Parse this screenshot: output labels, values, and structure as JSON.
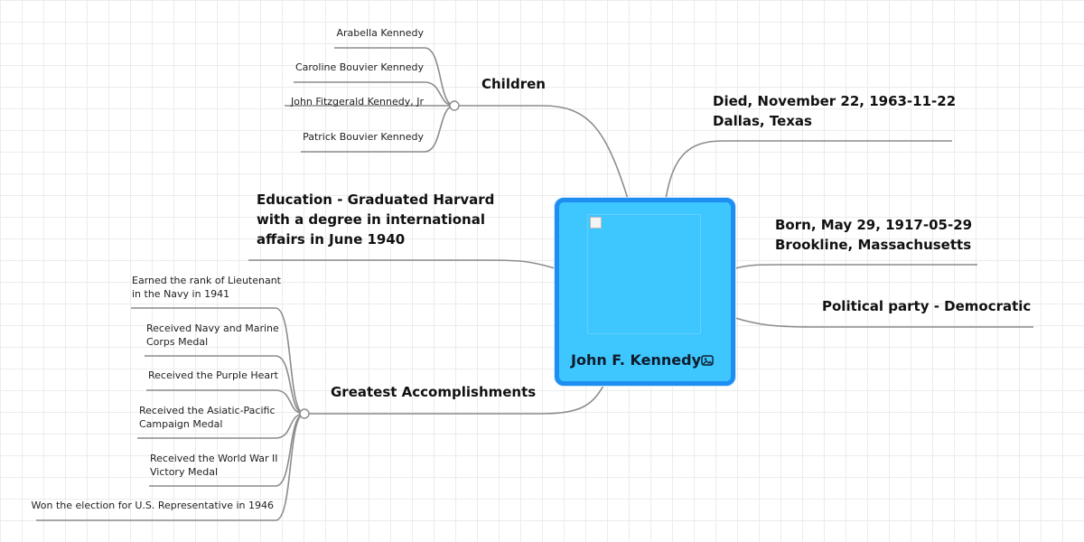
{
  "central": {
    "title": "John F. Kennedy",
    "icon": "image-icon"
  },
  "topics": {
    "children": {
      "label": "Children",
      "items": [
        "Arabella Kennedy",
        "Caroline Bouvier Kennedy",
        "John Fitzgerald Kennedy, Jr",
        "Patrick Bouvier Kennedy"
      ]
    },
    "education": {
      "lines": [
        "Education - Graduated Harvard",
        "with a degree in international",
        "affairs in June 1940"
      ]
    },
    "accomplishments": {
      "label": "Greatest Accomplishments",
      "items": [
        [
          "Earned the rank of Lieutenant",
          "in the Navy in 1941"
        ],
        [
          "Received Navy and Marine",
          "Corps Medal"
        ],
        [
          "Received the Purple Heart"
        ],
        [
          "Received the Asiatic-Pacific",
          "Campaign Medal"
        ],
        [
          "Received the World War II",
          "Victory Medal"
        ],
        [
          "Won the election for U.S. Representative in 1946"
        ]
      ]
    },
    "died": {
      "lines": [
        "Died, November 22, 1963-11-22",
        "Dallas, Texas"
      ]
    },
    "born": {
      "lines": [
        "Born, May 29, 1917-05-29",
        "Brookline, Massachusetts"
      ]
    },
    "party": {
      "label": "Political party - Democratic"
    }
  },
  "colors": {
    "center_fill": "#3ec6ff",
    "center_border": "#1e8ff0",
    "connector": "#8c8c8c"
  }
}
